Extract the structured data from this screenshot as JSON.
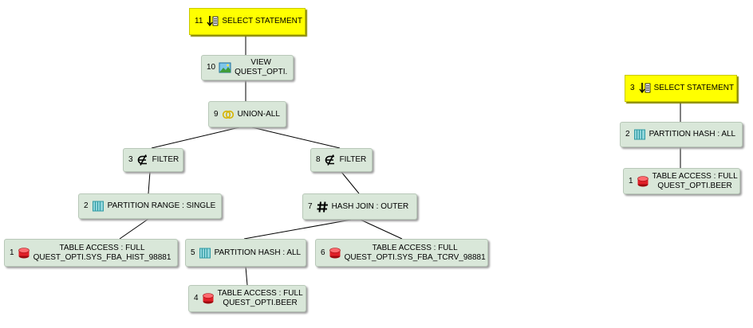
{
  "plans": [
    {
      "nodes": [
        {
          "id": "p1-n11",
          "num": "11",
          "icon": "select-statement-icon",
          "line1": "SELECT STATEMENT",
          "line2": "",
          "root": true
        },
        {
          "id": "p1-n10",
          "num": "10",
          "icon": "view-icon",
          "line1": "VIEW",
          "line2": "QUEST_OPTI."
        },
        {
          "id": "p1-n9",
          "num": "9",
          "icon": "union-all-icon",
          "line1": "UNION-ALL",
          "line2": ""
        },
        {
          "id": "p1-n3",
          "num": "3",
          "icon": "filter-icon",
          "line1": "FILTER",
          "line2": ""
        },
        {
          "id": "p1-n8",
          "num": "8",
          "icon": "filter-icon",
          "line1": "FILTER",
          "line2": ""
        },
        {
          "id": "p1-n2",
          "num": "2",
          "icon": "partition-icon",
          "line1": "PARTITION RANGE : SINGLE",
          "line2": ""
        },
        {
          "id": "p1-n7",
          "num": "7",
          "icon": "hash-join-icon",
          "line1": "HASH JOIN : OUTER",
          "line2": ""
        },
        {
          "id": "p1-n1",
          "num": "1",
          "icon": "table-access-icon",
          "line1": "TABLE ACCESS : FULL",
          "line2": "QUEST_OPTI.SYS_FBA_HIST_98881"
        },
        {
          "id": "p1-n5",
          "num": "5",
          "icon": "partition-icon",
          "line1": "PARTITION HASH : ALL",
          "line2": ""
        },
        {
          "id": "p1-n6",
          "num": "6",
          "icon": "table-access-icon",
          "line1": "TABLE ACCESS : FULL",
          "line2": "QUEST_OPTI.SYS_FBA_TCRV_98881"
        },
        {
          "id": "p1-n4",
          "num": "4",
          "icon": "table-access-icon",
          "line1": "TABLE ACCESS : FULL",
          "line2": "QUEST_OPTI.BEER"
        }
      ]
    },
    {
      "nodes": [
        {
          "id": "p2-n3",
          "num": "3",
          "icon": "select-statement-icon",
          "line1": "SELECT STATEMENT",
          "line2": "",
          "root": true
        },
        {
          "id": "p2-n2",
          "num": "2",
          "icon": "partition-icon",
          "line1": "PARTITION HASH : ALL",
          "line2": ""
        },
        {
          "id": "p2-n1",
          "num": "1",
          "icon": "table-access-icon",
          "line1": "TABLE ACCESS : FULL",
          "line2": "QUEST_OPTI.BEER"
        }
      ]
    }
  ],
  "colors": {
    "root_fill": "#ffff00",
    "node_fill": "#d9e7d9",
    "edge": "#000000",
    "table_access": "#e01f28",
    "partition": "#2e9aa3",
    "union": "#d6b300"
  }
}
